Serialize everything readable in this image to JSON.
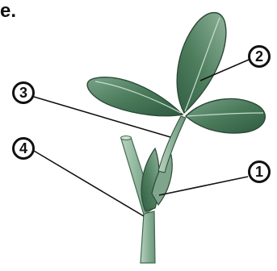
{
  "panel_label": "e.",
  "callouts": {
    "one": "1",
    "two": "2",
    "three": "3",
    "four": "4"
  },
  "colors": {
    "leaf_dark": "#3f6a4e",
    "leaf_light": "#8fb29a",
    "stem": "#9fbfa8",
    "outline": "#2c4a36",
    "line": "#111111"
  }
}
